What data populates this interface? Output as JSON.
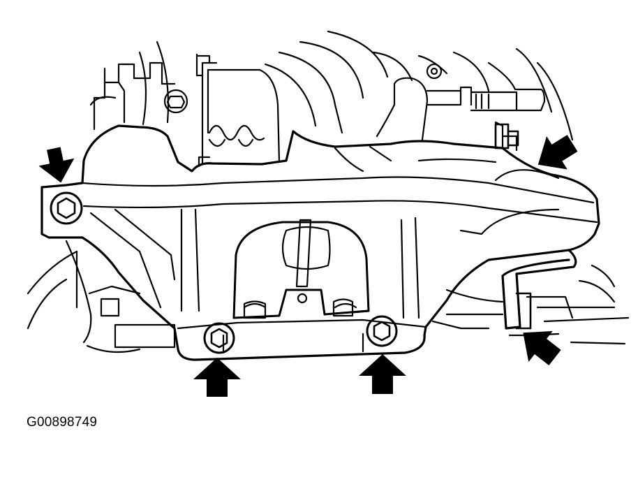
{
  "figure": {
    "id_label": "G00898749",
    "subject": "intake-manifold-bolt-locations",
    "bolt_count": 5,
    "arrow_count": 5,
    "ink_color": "#000000",
    "paper_color": "#ffffff"
  }
}
